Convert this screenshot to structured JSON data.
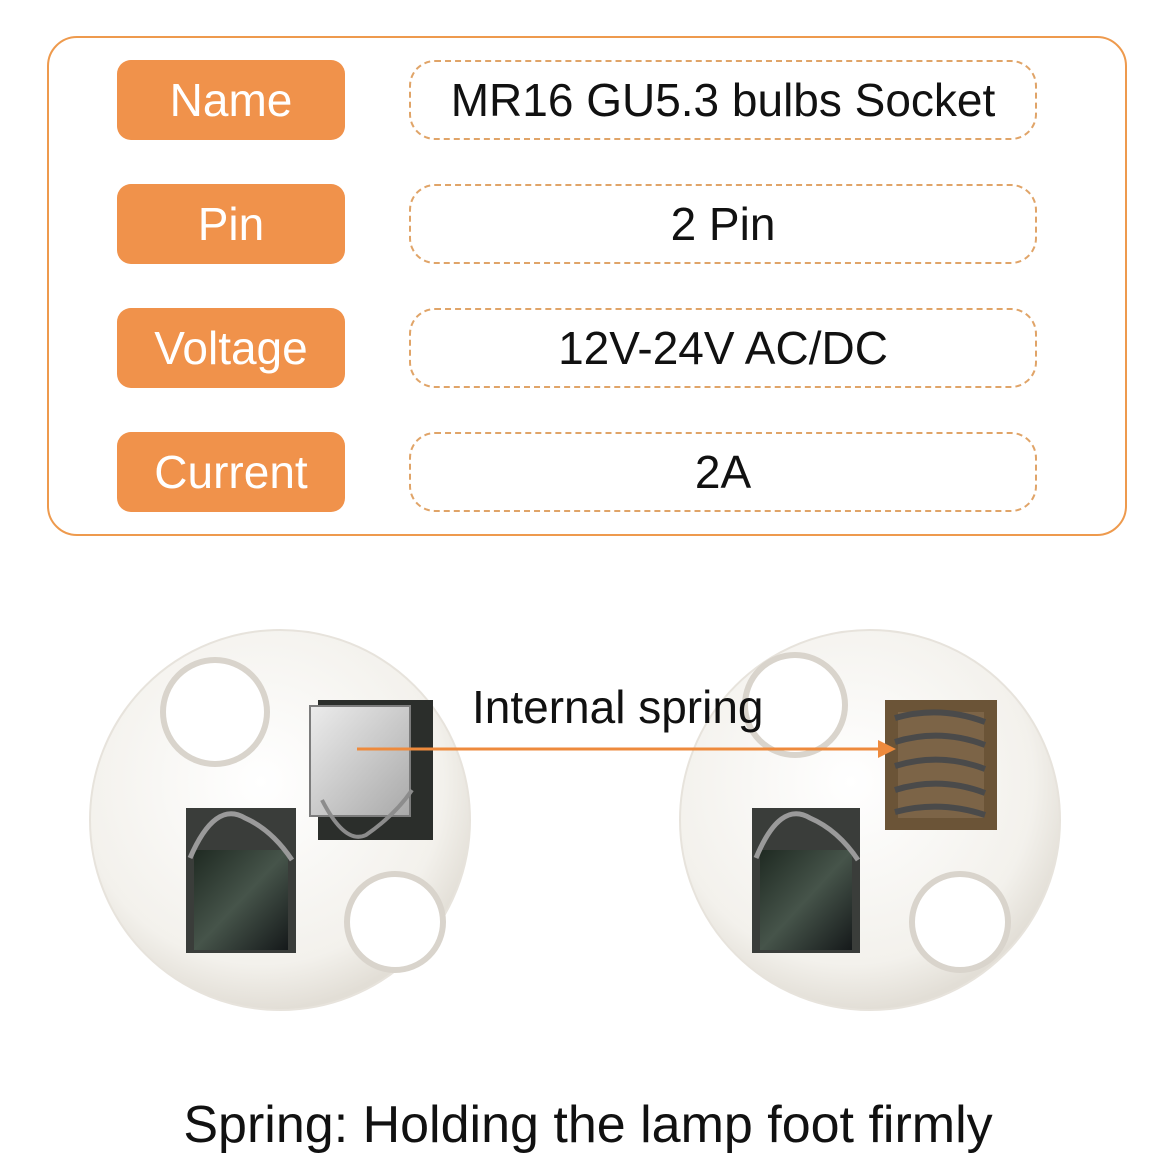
{
  "specs": [
    {
      "label": "Name",
      "value": "MR16 GU5.3 bulbs Socket"
    },
    {
      "label": "Pin",
      "value": "2 Pin"
    },
    {
      "label": "Voltage",
      "value": "12V-24V AC/DC"
    },
    {
      "label": "Current",
      "value": "2A"
    }
  ],
  "annotation": "Internal spring",
  "caption": "Spring: Holding the lamp foot firmly",
  "colors": {
    "accent": "#f0924b",
    "border": "#ee9a4d",
    "arrow": "#ee8a3c"
  }
}
